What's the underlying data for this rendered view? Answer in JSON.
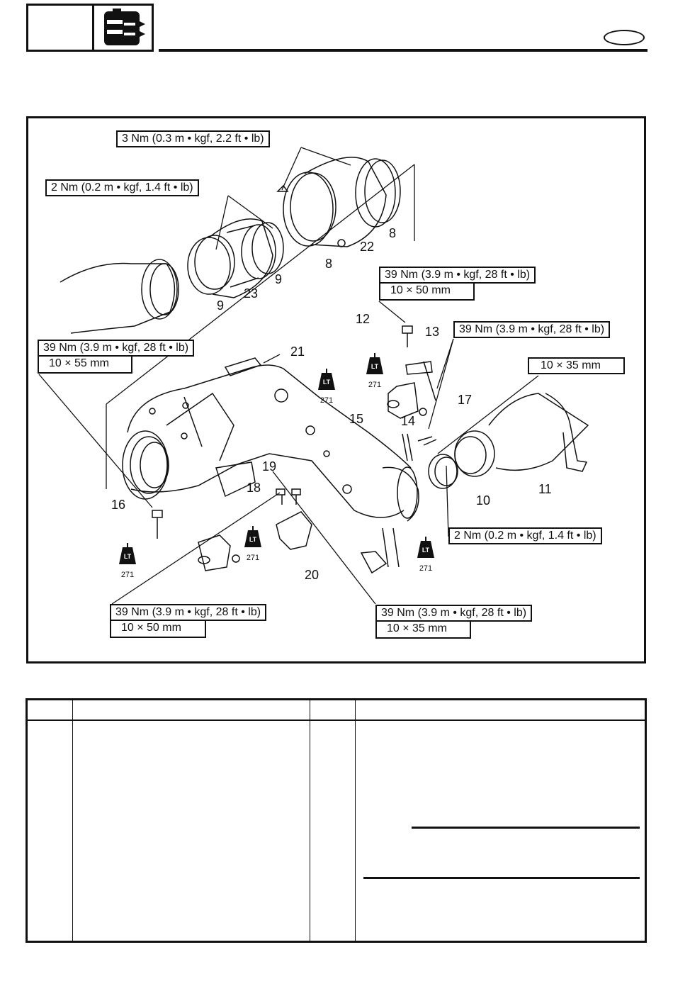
{
  "torque_specs": {
    "spec_3nm": "3 Nm (0.3 m • kgf, 2.2 ft • lb)",
    "spec_2nm": "2 Nm (0.2 m • kgf, 1.4 ft • lb)",
    "spec_39nm": "39 Nm (3.9 m • kgf, 28 ft • lb)"
  },
  "bolt_sizes": {
    "size_10x50": "10 × 50 mm",
    "size_10x55": "10 × 55 mm",
    "size_10x35": "10 × 35 mm"
  },
  "part_numbers": [
    "8",
    "8",
    "9",
    "9",
    "10",
    "11",
    "12",
    "13",
    "14",
    "15",
    "16",
    "17",
    "18",
    "19",
    "20",
    "21",
    "22",
    "23"
  ],
  "lt_label": "LT",
  "lt_code": "271"
}
